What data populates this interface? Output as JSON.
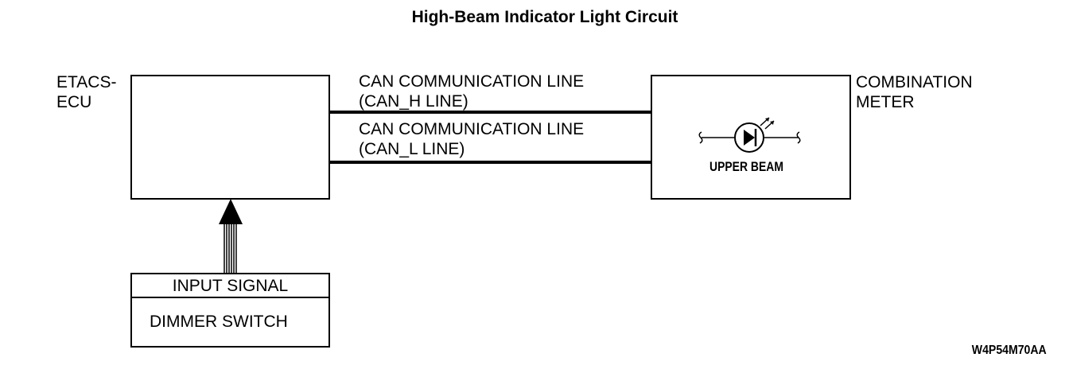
{
  "title": "High-Beam Indicator Light Circuit",
  "etacs_ecu": {
    "line1": "ETACS-",
    "line2": "ECU"
  },
  "combination_meter": {
    "line1": "COMBINATION",
    "line2": "METER",
    "indicator_label": "UPPER BEAM"
  },
  "can_h": {
    "line1": "CAN COMMUNICATION LINE",
    "line2": "(CAN_H LINE)"
  },
  "can_l": {
    "line1": "CAN COMMUNICATION LINE",
    "line2": "(CAN_L LINE)"
  },
  "dimmer": {
    "header": "INPUT SIGNAL",
    "name": "DIMMER SWITCH"
  },
  "figure_code": "W4P54M70AA"
}
